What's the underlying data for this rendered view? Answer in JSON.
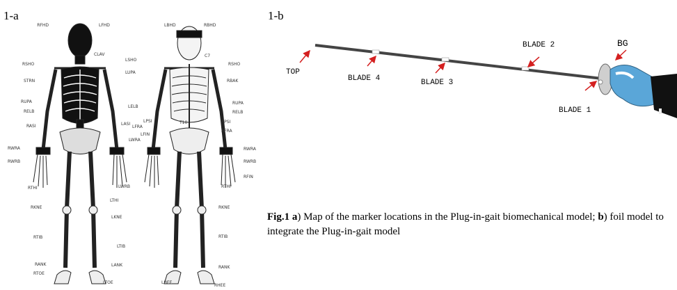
{
  "panels": {
    "a_label": "1-a",
    "b_label": "1-b"
  },
  "body_markers": {
    "front": [
      "RFHD",
      "LFHD",
      "CLAV",
      "RSHO",
      "STRN",
      "LSHO",
      "LUPA",
      "RUPA",
      "LELB",
      "RELB",
      "LFRA",
      "RASI",
      "LASI",
      "LWRA",
      "LWRB",
      "RWRA",
      "RWRB",
      "RTHI",
      "LTHI",
      "RKNE",
      "LKNE",
      "RTIB",
      "LTIB",
      "RANK",
      "LANK",
      "RTOE",
      "LTOE"
    ],
    "back": [
      "LBHD",
      "RBHD",
      "C7",
      "RSHO",
      "RBAK",
      "RUPA",
      "RELB",
      "LPSI",
      "RPSI",
      "T10",
      "RFRA",
      "RWRA",
      "RWRB",
      "RFIN",
      "LFIN",
      "RTHI",
      "RKNE",
      "RTIB",
      "RANK",
      "LHEE",
      "RHEE"
    ]
  },
  "foil_labels": {
    "top": "TOP",
    "blade4": "BLADE 4",
    "blade3": "BLADE 3",
    "blade2": "BLADE 2",
    "bg": "BG",
    "blade1": "BLADE 1"
  },
  "caption": {
    "fig_label": "Fig.1",
    "a_label": "a",
    "a_text": ") Map of the marker locations in the Plug-in-gait biomechanical model; ",
    "b_label": "b",
    "b_text": ") foil model to integrate the Plug-in-gait model"
  },
  "colors": {
    "arrow": "#d42020",
    "glove": "#5aa6d8",
    "blade": "#444444",
    "marker": "#ffffff"
  }
}
